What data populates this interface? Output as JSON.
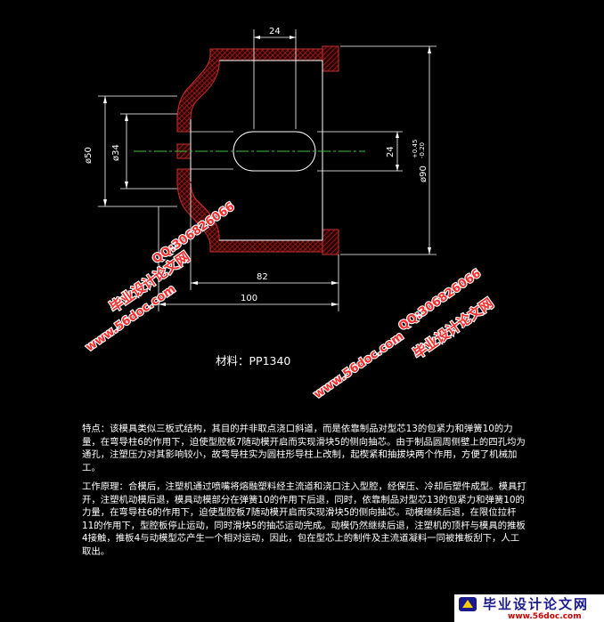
{
  "drawing": {
    "dims": {
      "top_width": "24",
      "slot_width": "24",
      "dia_50": "ø50",
      "dia_34": "ø34",
      "dia_90": "ø90",
      "dia_90_tol_upper": "+0.45",
      "dia_90_tol_lower": "-0.20",
      "len_82": "82",
      "len_100": "100"
    },
    "material": "材料：PP1340"
  },
  "watermarks": [
    {
      "site": "毕业设计论文网",
      "url": "www.56doc.com",
      "qq": "QQ:306826066"
    },
    {
      "site": "毕业设计论文网",
      "url": "www.56doc.com",
      "qq": "QQ:306826066"
    }
  ],
  "description": {
    "features": "特点：该模具类似三板式结构，其目的并非取点浇口斜道，而是依靠制品对型芯13的包紧力和弹簧10的力量，在弯导柱6的作用下，迫使型腔板7随动模开启而实现滑块5的侧向抽芯。由于制品圆周侧壁上的四孔均为通孔，注塑压力对其影响较小，故弯导柱实为圆柱形导柱上改制，起楔紧和抽拔块两个作用，方便了机械加工。",
    "principle": "工作原理：合模后，注塑机通过喷嘴将熔融塑料经主流道和浇口注入型腔，经保压、冷却后塑件成型。模具打开，注塑机动模后退，模具动模部分在弹簧10的作用下后退，同时，依靠制品对型芯13的包紧力和弹簧10的力量，在弯导柱6的作用下，迫使型腔板7随动模开启而实现滑块5的侧向抽芯。动模继续后退，在限位拉杆11的作用下，型腔板停止运动，同时滑块5的抽芯运动完成。动模仍然继续后退，注塑机的顶杆与模具的推板4接触，推板4与动模型芯产生一个相对运动，因此，包在型芯上的制件及主流道凝料一同被推板刮下，人工取出。"
  },
  "footer": {
    "title": "毕业设计论文网",
    "url": "www.56doc.com"
  }
}
